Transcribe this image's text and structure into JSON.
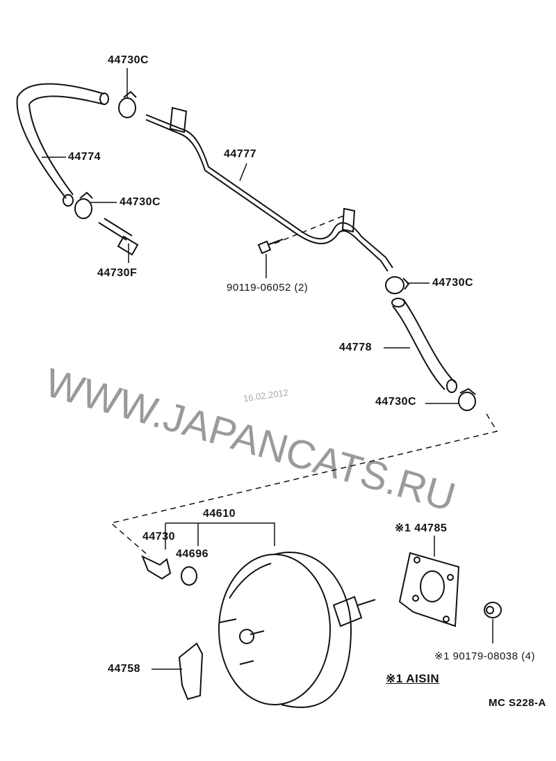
{
  "watermark": "WWW.JAPANCATS.RU",
  "date_stamp": "16.02.2012",
  "parts": {
    "clip_top": "44730C",
    "hose_left": "44774",
    "clip_left": "44730C",
    "union": "44730F",
    "pipe": "44777",
    "bolt": "90119-06052 (2)",
    "clip_right": "44730C",
    "hose_right": "44778",
    "clip_lower": "44730C",
    "booster_assy": "44610",
    "check_valve": "44730",
    "grommet": "44696",
    "gasket": "※1 44785",
    "nut": "※1 90179-08038 (4)",
    "bracket": "44758"
  },
  "legend": "※1 AISIN",
  "diagram_code": "MC S228-A"
}
